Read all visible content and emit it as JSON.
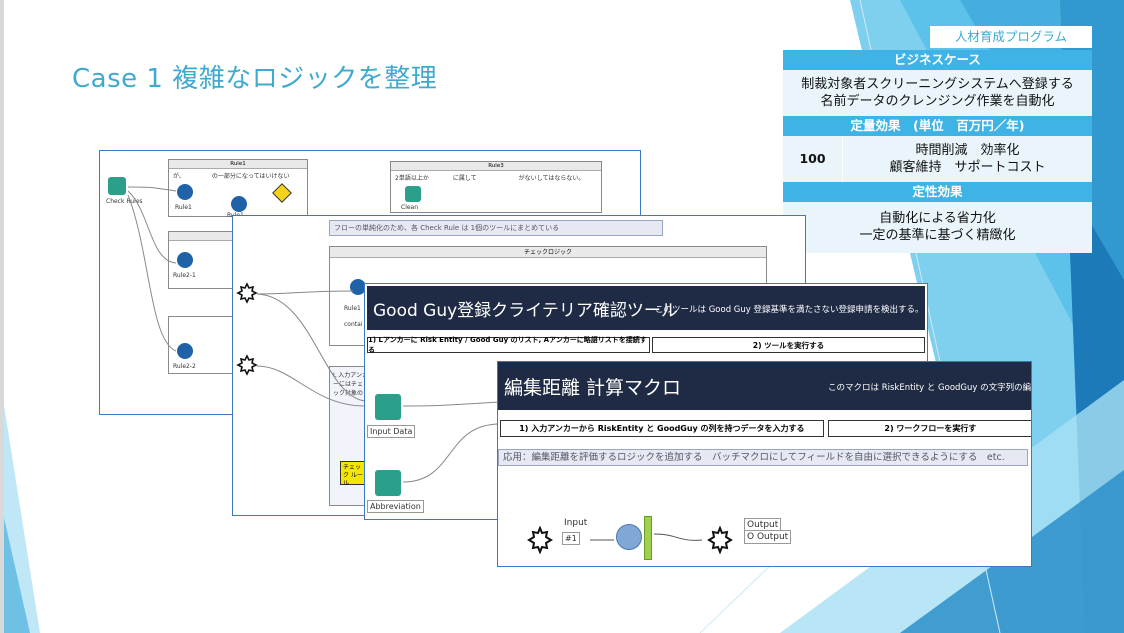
{
  "slide": {
    "title": "Case 1 複雑なロジックを整理",
    "program_tag": "人材育成プログラム"
  },
  "infobox": {
    "business_case_header": "ビジネスケース",
    "business_case_line1": "制裁対象者スクリーニングシステムへ登録する",
    "business_case_line2": "名前データのクレンジング作業を自動化",
    "quant_header": "定量効果　(単位　百万円／年)",
    "quant_value": "100",
    "quant_line1": "時間削減　効率化",
    "quant_line2": "顧客維持　サポートコスト",
    "qual_header": "定性効果",
    "qual_line1": "自動化による省力化",
    "qual_line2": "一定の基準に基づく精緻化"
  },
  "shot1": {
    "check_rules": "Check Rules",
    "rule1_label": "Rule1",
    "rule1_text": "が、　　　　　の一部分になってはいけない",
    "rule1_node": "Rule1",
    "rule1_node2": "Rule1",
    "rule3_label": "Rule3",
    "rule3_text": "2単語以上か　　　　に属して　　　　　　　がないしてはならない。",
    "clean_label": "Clean",
    "rule2_1": "Rule2-1",
    "rule2_2": "Rule2-2"
  },
  "shot2": {
    "note": "フローの単純化のため、各 Check Rule は 1個のツールにまとめている",
    "container_title": "チェックロジック",
    "rule1_node": "Rule1",
    "contains_text": "contai",
    "lower_note": "L 入力アンカーにはチェック対象の",
    "check_rule_label": "チェック ルール"
  },
  "shot3": {
    "banner_title": "Good Guy登録クライテリア確認ツール",
    "banner_desc": "このツールは Good Guy 登録基準を満たさない登録申請を検出する。",
    "step1": "1) Lアンカーに Risk Entity / Good Guy のリスト, Aアンカーに略語リストを接続する",
    "step2": "2) ツールを実行する",
    "input_data": "Input Data",
    "abbreviation": "Abbreviation"
  },
  "shot4": {
    "banner_title": "編集距離 計算マクロ",
    "banner_desc": "このマクロは RiskEntity と GoodGuy の文字列の編",
    "step1": "1) 入力アンカーから RiskEntity と GoodGuy の列を持つデータを入力する",
    "step2": "2) ワークフローを実行す",
    "note": "応用：編集距離を評価するロジックを追加する　バッチマクロにしてフィールドを自由に選択できるようにする　etc.",
    "input_label": "Input",
    "input_sub": "#1",
    "output_label": "Output",
    "output_sub": "O Output"
  },
  "colors": {
    "accent": "#3fa9cf",
    "header_blue": "#3fb3e6",
    "banner_dark": "#1f2a44",
    "tool_green": "#2aa08a"
  }
}
